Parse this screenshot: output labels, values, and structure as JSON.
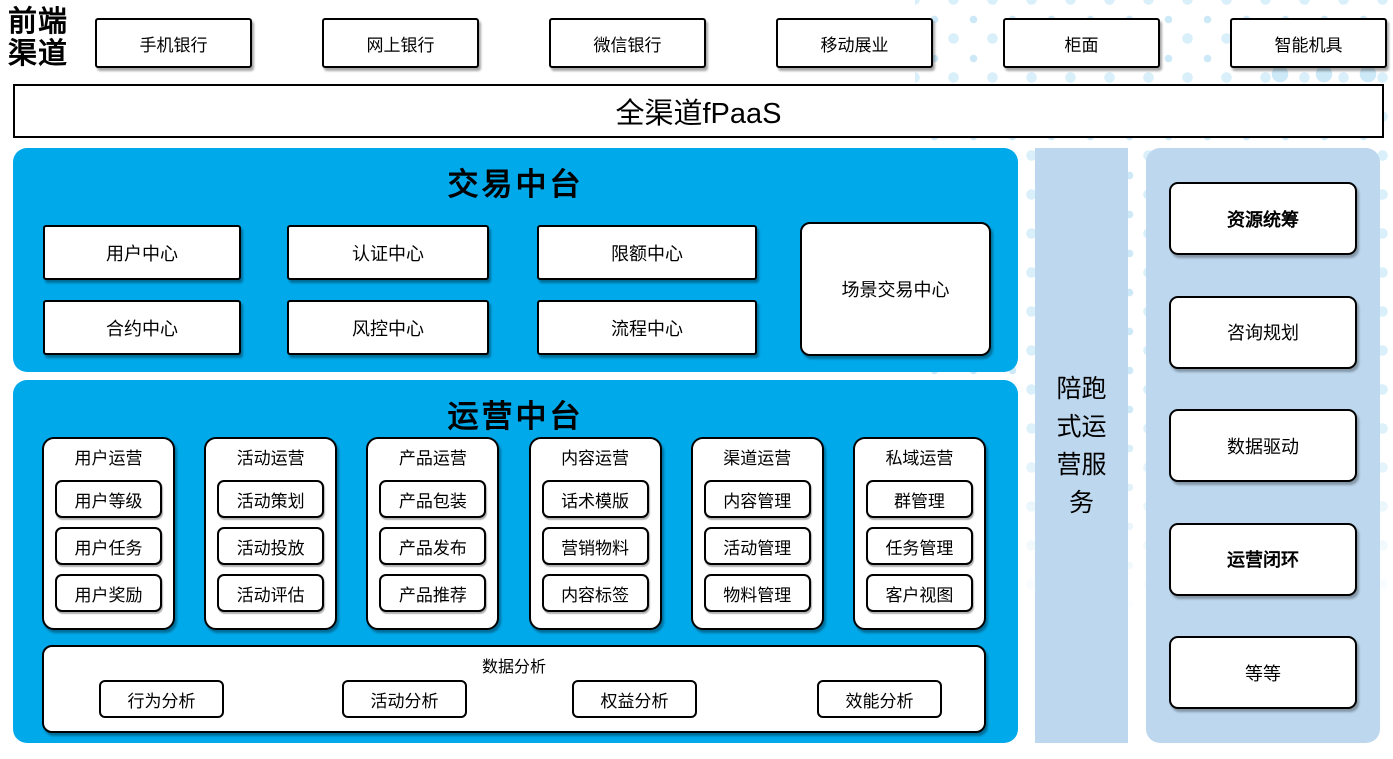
{
  "page": {
    "front_label": "前端渠道"
  },
  "channels": {
    "items": [
      "手机银行",
      "网上银行",
      "微信银行",
      "移动展业",
      "柜面",
      "智能机具"
    ]
  },
  "fpaas": {
    "label": "全渠道fPaaS"
  },
  "trade": {
    "title": "交易中台",
    "boxes": [
      "用户中心",
      "认证中心",
      "限额中心",
      "合约中心",
      "风控中心",
      "流程中心"
    ],
    "tall_box": "场景交易中心"
  },
  "ops": {
    "title": "运营中台",
    "columns": [
      {
        "header": "用户运营",
        "items": [
          "用户等级",
          "用户任务",
          "用户奖励"
        ]
      },
      {
        "header": "活动运营",
        "items": [
          "活动策划",
          "活动投放",
          "活动评估"
        ]
      },
      {
        "header": "产品运营",
        "items": [
          "产品包装",
          "产品发布",
          "产品推荐"
        ]
      },
      {
        "header": "内容运营",
        "items": [
          "话术模版",
          "营销物料",
          "内容标签"
        ]
      },
      {
        "header": "渠道运营",
        "items": [
          "内容管理",
          "活动管理",
          "物料管理"
        ]
      },
      {
        "header": "私域运营",
        "items": [
          "群管理",
          "任务管理",
          "客户视图"
        ]
      }
    ],
    "analysis": {
      "title": "数据分析",
      "items": [
        "行为分析",
        "活动分析",
        "权益分析",
        "效能分析"
      ]
    }
  },
  "accompany": {
    "label": "陪跑式运营服务"
  },
  "right_panel": {
    "items": [
      "资源统筹",
      "咨询规划",
      "数据驱动",
      "运营闭环",
      "等等"
    ]
  },
  "colors": {
    "cyan": "#00a9ea",
    "light_blue": "#bdd7ee",
    "dot_blue": "#cde9f7",
    "border": "#000000",
    "box_fill": "#ffffff"
  }
}
